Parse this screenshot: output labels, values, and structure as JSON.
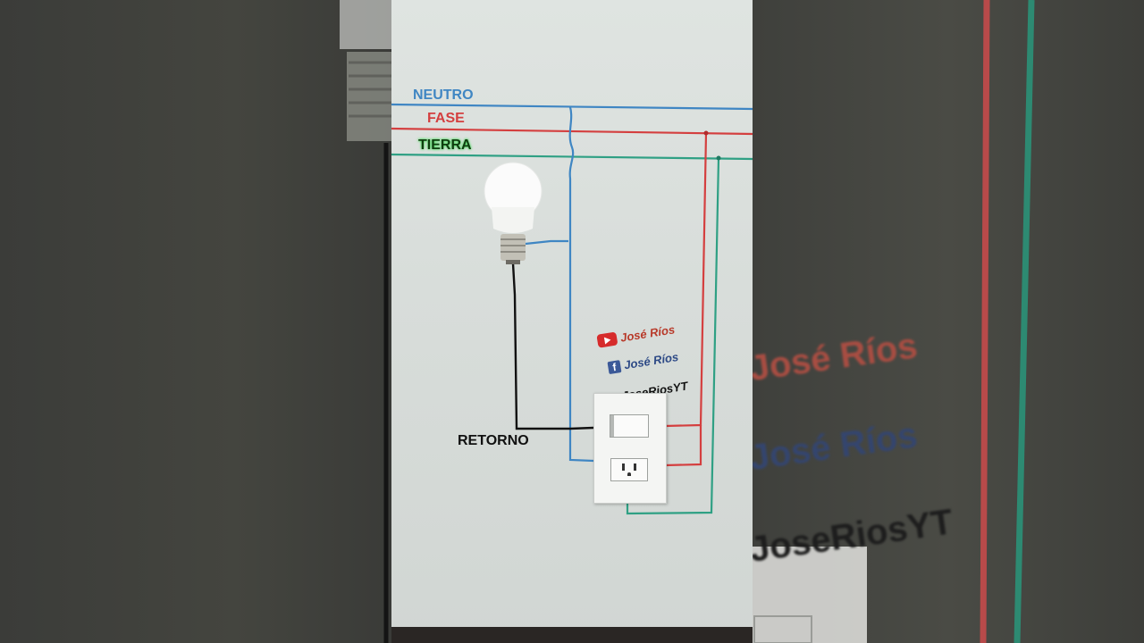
{
  "labels": {
    "neutro": "NEUTRO",
    "fase": "FASE",
    "tierra": "TIERRA",
    "retorno": "RETORNO"
  },
  "social": {
    "youtube": "José Ríos",
    "facebook": "José Ríos",
    "tiktok": "JoseRiosYT"
  },
  "colors": {
    "neutro_wire": "#3f86c3",
    "fase_wire": "#d43f3f",
    "tierra_wire": "#2fa084",
    "retorno_wire": "#111111"
  },
  "icons": [
    "light-bulb-icon",
    "youtube-icon",
    "facebook-icon",
    "tiktok-icon",
    "switch-icon",
    "outlet-icon"
  ]
}
